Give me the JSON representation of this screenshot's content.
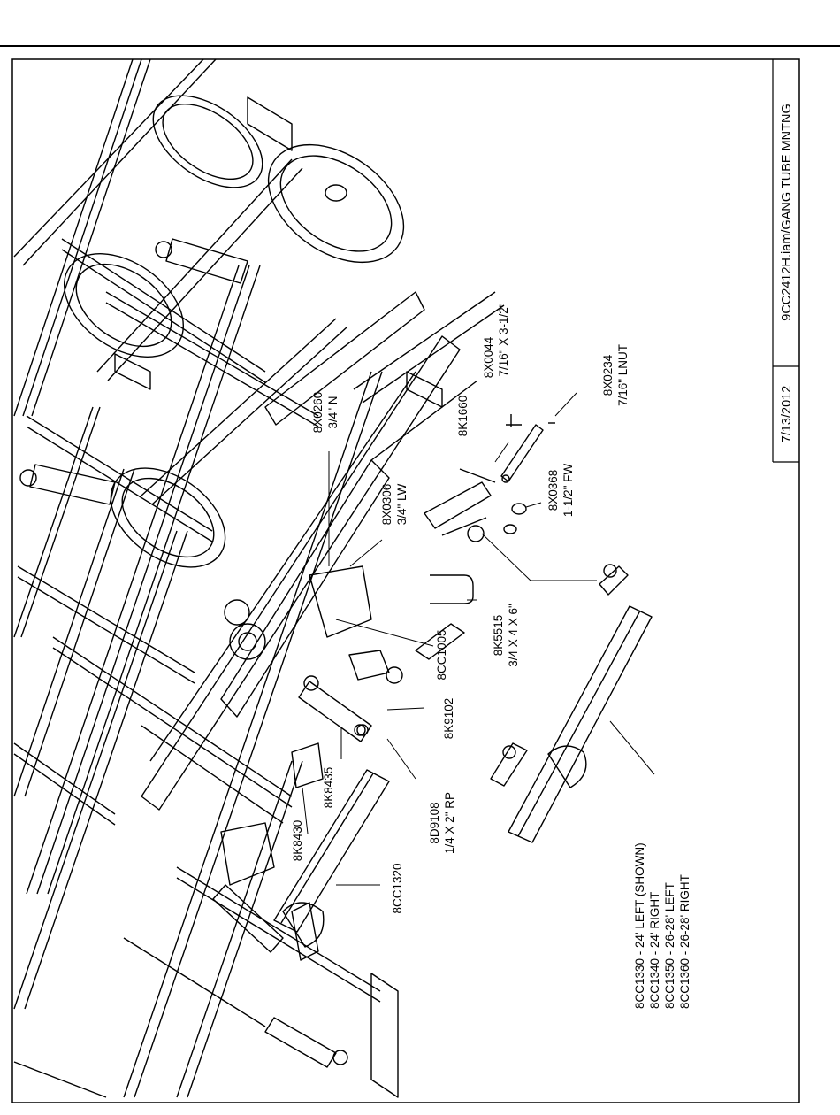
{
  "title_block": {
    "date": "7/13/2012",
    "filename": "9CC2412H.iam/GANG TUBE MNTNG"
  },
  "callouts": {
    "p8x0260": {
      "part": "8X0260",
      "desc": "3/4\" N"
    },
    "p8x0044": {
      "part": "8X0044",
      "desc": "7/16\" X 3-1/2\""
    },
    "p8x0234": {
      "part": "8X0234",
      "desc": "7/16\" LNUT"
    },
    "p8k1660": {
      "part": "8K1660"
    },
    "p8x0306": {
      "part": "8X0306",
      "desc": "3/4\" LW"
    },
    "p8x0368": {
      "part": "8X0368",
      "desc": "1-1/2\" FW"
    },
    "p8k5515": {
      "part": "8K5515",
      "desc": "3/4 X 4 X 6\""
    },
    "p8cc1005": {
      "part": "8CC1005"
    },
    "p8k9102": {
      "part": "8K9102"
    },
    "p8k8435": {
      "part": "8K8435"
    },
    "p8d9108": {
      "part": "8D9108",
      "desc": "1/4 X 2\" RP"
    },
    "p8k8430": {
      "part": "8K8430"
    },
    "p8cc1320": {
      "part": "8CC1320"
    },
    "gang_tube_list": [
      "8CC1330 - 24' LEFT (SHOWN)",
      "8CC1340 - 24' RIGHT",
      "8CC1350 - 26-28' LEFT",
      "8CC1360 - 26-28' RIGHT"
    ]
  }
}
